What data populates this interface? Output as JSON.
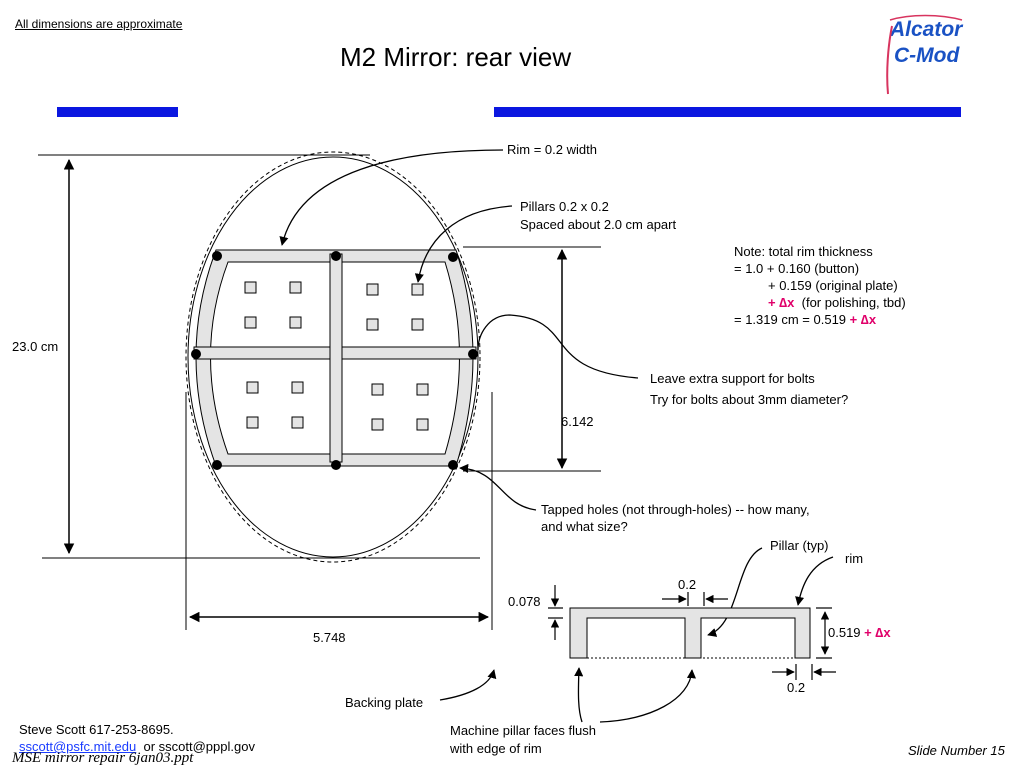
{
  "header": {
    "disclaimer": "All dimensions are approximate",
    "title": "M2 Mirror:  rear view",
    "logo": {
      "line1": "Alcator",
      "line2": "C-Mod",
      "color": "#1a52c4",
      "accent": "#d8345f"
    },
    "bar_color": "#0b17e0"
  },
  "dimensions": {
    "height": "23.0 cm",
    "width": "5.748",
    "inner": "6.142"
  },
  "callouts": {
    "rim": "Rim = 0.2 width",
    "pillars_1": "Pillars 0.2 x 0.2",
    "pillars_2": "Spaced about 2.0 cm apart",
    "support_1": "Leave extra support for bolts",
    "support_2": "Try for bolts about 3mm diameter?",
    "tapped_1": "Tapped holes (not through-holes)  -- how many,",
    "tapped_2": "and what size?",
    "backing": "Backing plate",
    "machine_1": "Machine pillar faces flush",
    "machine_2": "with edge of rim"
  },
  "note": {
    "l1": "Note:  total rim thickness",
    "l2": "= 1.0 + 0.160 (button)",
    "l3": "+ 0.159 (original plate)",
    "l4_red": "+ ∆x",
    "l4": "(for polishing, tbd)",
    "l5": "= 1.319 cm = 0.519",
    "l5_red": "+ ∆x"
  },
  "section": {
    "pillar": "Pillar (typ)",
    "rim": "rim",
    "d_top": "0.2",
    "d_left": "0.078",
    "d_right": "0.519",
    "d_right_red": "+ ∆x",
    "d_bottom": "0.2"
  },
  "footer": {
    "author": "Steve Scott  617-253-8695.",
    "email1": "sscott@psfc.mit.edu",
    "email2": "  or sscott@pppl.gov",
    "file": "MSE mirror repair 6jan03.ppt",
    "slide": "Slide Number 15"
  }
}
